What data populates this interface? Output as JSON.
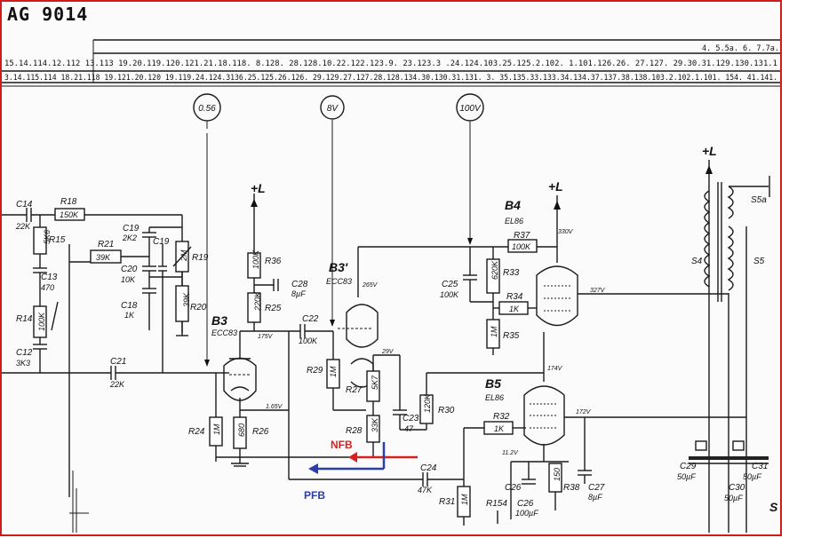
{
  "title": "AG 9014",
  "scale_rows": [
    "4. 5.5a. 6. 7.7a.",
    "15.14.114.12.112 13.113 19.20.119.120.121.21.18.118. 8.128. 28.128.10.22.122.123.9. 23.123.3 .24.124.103.25.125.2.102. 1.101.126.26. 27.127. 29.30.31.129.130.131.1",
    "3.14.115.114 18.21.118 19.121.20.120 19.119.24.124.3136.25.125.26.126. 29.129.27.127.28.128.134.30.130.31.131. 3. 35.135.33.133.34.134.37.137.38.138.103.2.102.1.101. 154. 41.141."
  ],
  "probes": [
    {
      "id": "p1",
      "label": "0.56"
    },
    {
      "id": "p2",
      "label": "8V"
    },
    {
      "id": "p3",
      "label": "100V"
    }
  ],
  "supply": "+L",
  "tubes": {
    "b3": {
      "name": "B3",
      "type": "ECC83"
    },
    "b3b": {
      "name": "B3'",
      "type": "ECC83"
    },
    "b4": {
      "name": "B4",
      "type": "EL86"
    },
    "b5": {
      "name": "B5",
      "type": "EL86"
    }
  },
  "components": [
    {
      "ref": "C14",
      "value": "22K"
    },
    {
      "ref": "R18",
      "value": "150K"
    },
    {
      "ref": "R15",
      "value": "5K6"
    },
    {
      "ref": "C13",
      "value": "470"
    },
    {
      "ref": "R14",
      "value": "100K"
    },
    {
      "ref": "C12",
      "value": "3K3"
    },
    {
      "ref": "C19",
      "value": "2K2"
    },
    {
      "ref": "C19b",
      "value": ""
    },
    {
      "ref": "R19",
      "value": "2M"
    },
    {
      "ref": "R21",
      "value": "39K"
    },
    {
      "ref": "C20",
      "value": "10K"
    },
    {
      "ref": "C18",
      "value": "1K"
    },
    {
      "ref": "R20",
      "value": "39K"
    },
    {
      "ref": "C21",
      "value": "22K"
    },
    {
      "ref": "R36",
      "value": "100K"
    },
    {
      "ref": "C28",
      "value": "8µF"
    },
    {
      "ref": "R25",
      "value": "220K"
    },
    {
      "ref": "C22",
      "value": "100K"
    },
    {
      "ref": "R24",
      "value": "1M"
    },
    {
      "ref": "R26",
      "value": "680"
    },
    {
      "ref": "R29",
      "value": "1M"
    },
    {
      "ref": "R27",
      "value": "5K7"
    },
    {
      "ref": "R28",
      "value": "33K"
    },
    {
      "ref": "C23",
      "value": "47"
    },
    {
      "ref": "R30",
      "value": "120K"
    },
    {
      "ref": "C24",
      "value": "47K"
    },
    {
      "ref": "R31",
      "value": "1M"
    },
    {
      "ref": "R37",
      "value": "100K"
    },
    {
      "ref": "C25",
      "value": "100K"
    },
    {
      "ref": "R33",
      "value": "620K"
    },
    {
      "ref": "R34",
      "value": "1K"
    },
    {
      "ref": "R35",
      "value": "1M"
    },
    {
      "ref": "R32",
      "value": "1K"
    },
    {
      "ref": "C26",
      "value": "100µF"
    },
    {
      "ref": "R38",
      "value": "150"
    },
    {
      "ref": "C27",
      "value": "8µF"
    },
    {
      "ref": "R154",
      "value": ""
    },
    {
      "ref": "C29",
      "value": "50µF"
    },
    {
      "ref": "C30",
      "value": "50µF"
    },
    {
      "ref": "C31",
      "value": "50µF"
    },
    {
      "ref": "S4",
      "value": ""
    },
    {
      "ref": "S5",
      "value": ""
    },
    {
      "ref": "S5a",
      "value": ""
    }
  ],
  "voltages": {
    "b3_anode": "175V",
    "b3_cathode": "1.65V",
    "b3b_anode": "265V",
    "b3b_cathode": "29V",
    "b4_anode": "330V",
    "b4_screen": "327V",
    "mid": "174V",
    "b5_screen": "172V",
    "b5_cathode": "11.2V"
  },
  "annotations": {
    "nfb": {
      "text": "NFB",
      "color": "#d62020"
    },
    "pfb": {
      "text": "PFB",
      "color": "#2a3cb0"
    }
  },
  "edge_label": "S"
}
